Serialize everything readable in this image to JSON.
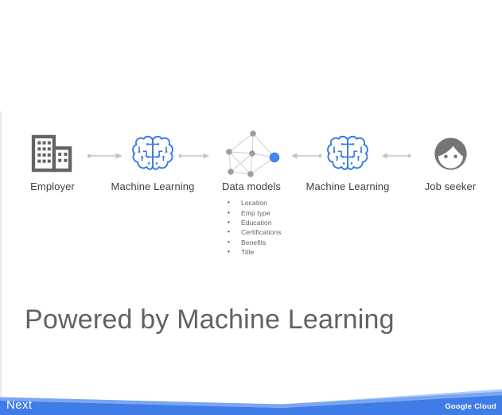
{
  "slide": {
    "title": "Powered by Machine Learning",
    "flow": {
      "nodes": [
        {
          "id": "employer",
          "label": "Employer",
          "icon": "building-icon"
        },
        {
          "id": "ml-left",
          "label": "Machine Learning",
          "icon": "brain-icon"
        },
        {
          "id": "data-models",
          "label": "Data models",
          "icon": "network-graph-icon"
        },
        {
          "id": "ml-right",
          "label": "Machine Learning",
          "icon": "brain-icon"
        },
        {
          "id": "job-seeker",
          "label": "Job seeker",
          "icon": "person-icon"
        }
      ],
      "arrows": [
        {
          "from": "employer",
          "to": "ml-left",
          "direction": "right"
        },
        {
          "from": "ml-left",
          "to": "data-models",
          "direction": "right"
        },
        {
          "from": "ml-right",
          "to": "data-models",
          "direction": "left"
        },
        {
          "from": "job-seeker",
          "to": "ml-right",
          "direction": "left"
        }
      ],
      "data_model_attributes": [
        "Location",
        "Emp type",
        "Education",
        "Certifications",
        "Benefits",
        "Title"
      ]
    },
    "icons": {
      "bullet": "•"
    },
    "footer": {
      "left_brand": "Next",
      "right_brand": "Google Cloud"
    },
    "colors": {
      "accent_blue": "#4285F4",
      "brain_outline_blue": "#3A7BE0",
      "icon_gray": "#757575",
      "building_gray": "#646464",
      "graph_node_gray": "#9E9E9E",
      "graph_edge_gray": "#D5D5D5",
      "arrow_gray": "#C4C4C4",
      "label_gray": "#3C4043",
      "title_gray": "#5E6368",
      "footer_blue": "#3F7CE8",
      "footer_highlight_blue": "#7AA6F2"
    }
  }
}
